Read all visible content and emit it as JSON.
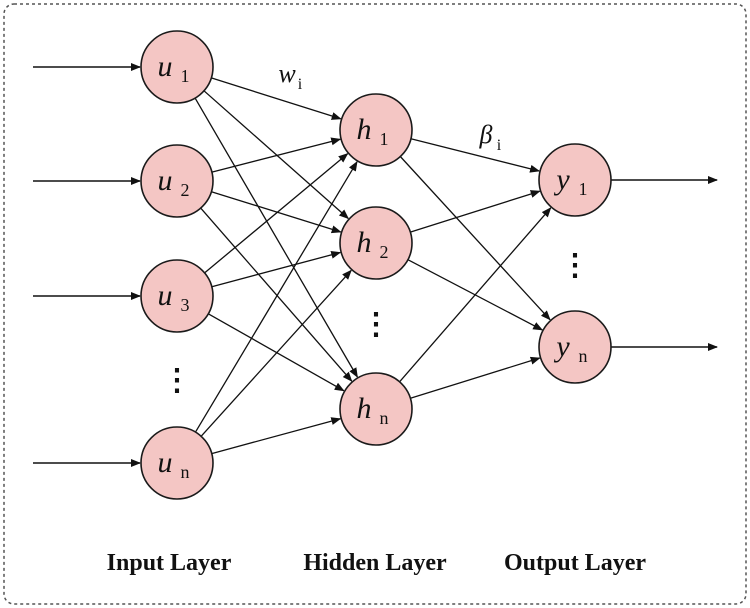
{
  "diagram": {
    "layers": [
      {
        "name": "Input Layer",
        "nodes": [
          {
            "symbol": "u",
            "subscript": "1"
          },
          {
            "symbol": "u",
            "subscript": "2"
          },
          {
            "symbol": "u",
            "subscript": "3"
          },
          {
            "ellipsis": "⋮"
          },
          {
            "symbol": "u",
            "subscript": "n"
          }
        ]
      },
      {
        "name": "Hidden Layer",
        "nodes": [
          {
            "symbol": "h",
            "subscript": "1"
          },
          {
            "symbol": "h",
            "subscript": "2"
          },
          {
            "ellipsis": "⋮"
          },
          {
            "symbol": "h",
            "subscript": "n"
          }
        ]
      },
      {
        "name": "Output Layer",
        "nodes": [
          {
            "symbol": "y",
            "subscript": "1"
          },
          {
            "ellipsis": "⋮"
          },
          {
            "symbol": "y",
            "subscript": "n"
          }
        ]
      }
    ],
    "weights": {
      "input_hidden": {
        "symbol": "w",
        "subscript": "i"
      },
      "hidden_output": {
        "symbol": "β",
        "subscript": "i"
      }
    },
    "colors": {
      "node_fill": "#f4c6c4",
      "node_stroke": "#1a1a1a",
      "edge": "#111111"
    }
  }
}
